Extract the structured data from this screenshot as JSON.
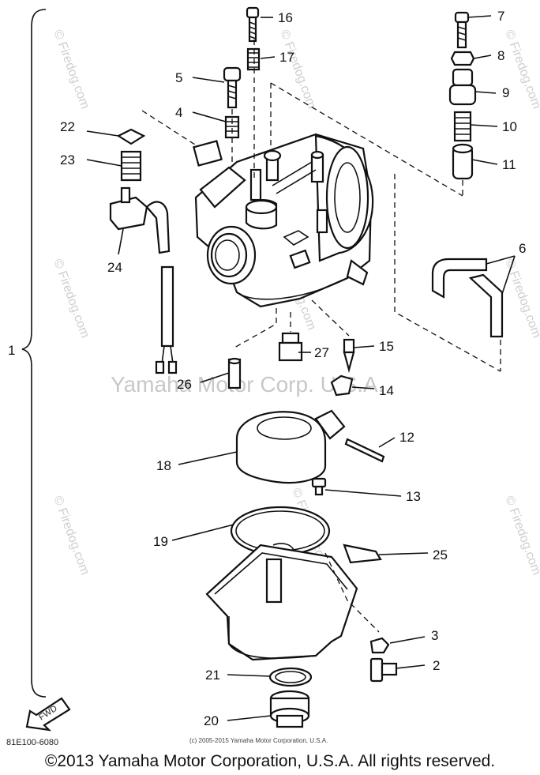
{
  "diagram": {
    "callouts": [
      {
        "id": "1",
        "label": "1"
      },
      {
        "id": "2",
        "label": "2"
      },
      {
        "id": "3",
        "label": "3"
      },
      {
        "id": "4",
        "label": "4"
      },
      {
        "id": "5",
        "label": "5"
      },
      {
        "id": "6",
        "label": "6"
      },
      {
        "id": "7",
        "label": "7"
      },
      {
        "id": "8",
        "label": "8"
      },
      {
        "id": "9",
        "label": "9"
      },
      {
        "id": "10",
        "label": "10"
      },
      {
        "id": "11",
        "label": "11"
      },
      {
        "id": "12",
        "label": "12"
      },
      {
        "id": "13",
        "label": "13"
      },
      {
        "id": "14",
        "label": "14"
      },
      {
        "id": "15",
        "label": "15"
      },
      {
        "id": "16",
        "label": "16"
      },
      {
        "id": "17",
        "label": "17"
      },
      {
        "id": "18",
        "label": "18"
      },
      {
        "id": "19",
        "label": "19"
      },
      {
        "id": "20",
        "label": "20"
      },
      {
        "id": "21",
        "label": "21"
      },
      {
        "id": "22",
        "label": "22"
      },
      {
        "id": "23",
        "label": "23"
      },
      {
        "id": "24",
        "label": "24"
      },
      {
        "id": "25",
        "label": "25"
      },
      {
        "id": "26",
        "label": "26"
      },
      {
        "id": "27",
        "label": "27"
      }
    ],
    "fwd_label": "FWD",
    "diagram_code": "81E100-6080",
    "inline_notice": "(c) 2005-2015 Yamaha Motor Corporation, U.S.A.",
    "watermark_center": "Yamaha Motor Corp. U.S.A.",
    "watermark_side": "© Firedog.com"
  },
  "footer": {
    "copyright": "©2013 Yamaha Motor Corporation, U.S.A. All rights reserved."
  }
}
